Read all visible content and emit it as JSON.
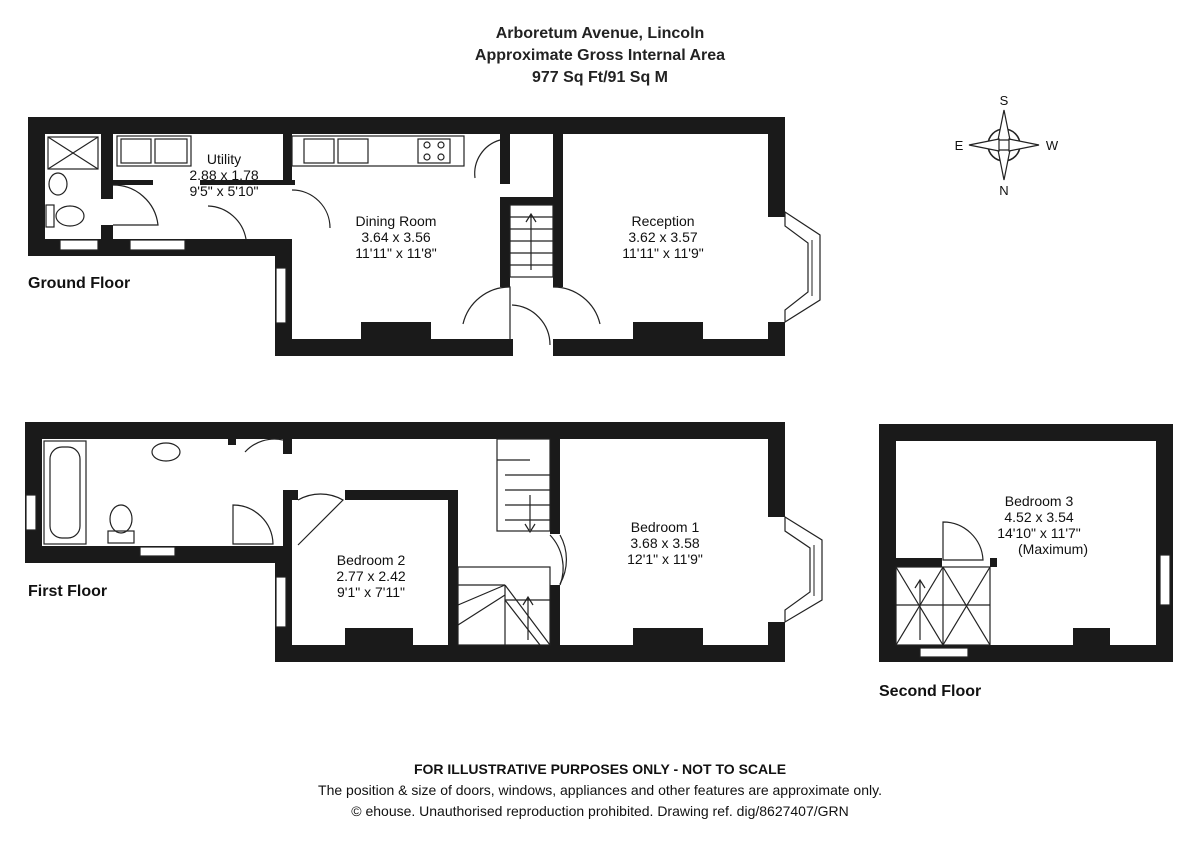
{
  "header": {
    "address": "Arboretum Avenue, Lincoln",
    "area_label": "Approximate Gross Internal Area",
    "area_value": "977 Sq Ft/91 Sq M"
  },
  "compass": {
    "north": "N",
    "south": "S",
    "east": "E",
    "west": "W"
  },
  "floors": {
    "ground": "Ground Floor",
    "first": "First Floor",
    "second": "Second Floor"
  },
  "rooms": {
    "utility": {
      "name": "Utility",
      "metric": "2.88 x 1.78",
      "imperial": "9'5\" x 5'10\""
    },
    "dining": {
      "name": "Dining Room",
      "metric": "3.64 x 3.56",
      "imperial": "11'11\" x 11'8\""
    },
    "reception": {
      "name": "Reception",
      "metric": "3.62 x 3.57",
      "imperial": "11'11\" x 11'9\""
    },
    "bedroom1": {
      "name": "Bedroom 1",
      "metric": "3.68 x 3.58",
      "imperial": "12'1\" x 11'9\""
    },
    "bedroom2": {
      "name": "Bedroom 2",
      "metric": "2.77 x 2.42",
      "imperial": "9'1\" x 7'11\""
    },
    "bedroom3": {
      "name": "Bedroom 3",
      "metric": "4.52 x 3.54",
      "imperial": "14'10\" x 11'7\"",
      "note": "(Maximum)"
    }
  },
  "footer": {
    "disclaimer": "FOR ILLUSTRATIVE PURPOSES ONLY - NOT TO SCALE",
    "line1": "The position & size of doors, windows, appliances and other features are approximate only.",
    "line2": "© ehouse. Unauthorised reproduction prohibited. Drawing ref. dig/8627407/GRN"
  }
}
